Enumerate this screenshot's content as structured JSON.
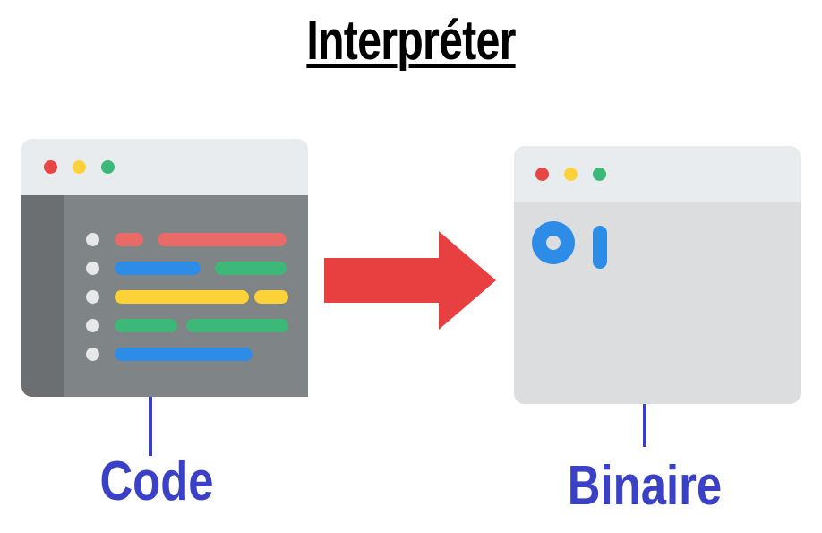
{
  "title": "Interpréter",
  "left": {
    "label": "Code",
    "window_dots": [
      "#e84545",
      "#fdd138",
      "#3cb878"
    ],
    "code_lines": [
      {
        "bullet": true,
        "segments": [
          {
            "color": "#ea6a6a",
            "len": 1
          },
          {
            "color": "#ea6a6a",
            "len": 3
          }
        ]
      },
      {
        "bullet": true,
        "segments": [
          {
            "color": "#2d8ce6",
            "len": 2
          },
          {
            "color": "#3cb878",
            "len": 2
          }
        ]
      },
      {
        "bullet": true,
        "segments": [
          {
            "color": "#fdd138",
            "len": 3
          },
          {
            "color": "#fdd138",
            "len": 1
          }
        ]
      },
      {
        "bullet": true,
        "segments": [
          {
            "color": "#3cb878",
            "len": 2
          },
          {
            "color": "#3cb878",
            "len": 2
          }
        ]
      },
      {
        "bullet": true,
        "segments": [
          {
            "color": "#2d8ce6",
            "len": 3
          }
        ]
      }
    ]
  },
  "arrow": {
    "color": "#e84040"
  },
  "right": {
    "label": "Binaire",
    "window_dots": [
      "#e84545",
      "#fdd138",
      "#3cb878"
    ],
    "glyphs": [
      "0",
      "1"
    ],
    "glyph_color": "#2d8ce6"
  },
  "connector_color": "#3b3fc1",
  "label_color": "#3b41c6"
}
